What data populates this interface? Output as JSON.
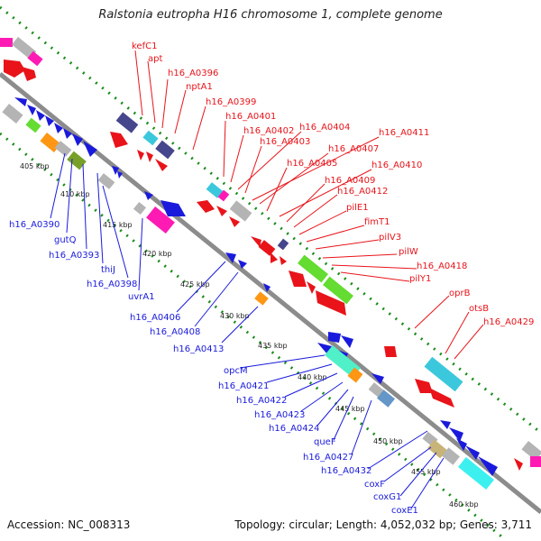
{
  "title": "Ralstonia eutropha H16 chromosome 1, complete genome",
  "footer": {
    "accession": "Accession: NC_008313",
    "topology": "Topology: circular; Length: 4,052,032 bp; Genes: 3,711"
  },
  "colors": {
    "forward": "#e8141a",
    "reverse": "#1a1adc",
    "backbone": "#8c8c8c",
    "guide": "#1a8c1a"
  },
  "kbp_ticks": [
    "405 kbp",
    "410 kbp",
    "415 kbp",
    "420 kbp",
    "425 kbp",
    "430 kbp",
    "435 kbp",
    "440 kbp",
    "445 kbp",
    "450 kbp",
    "455 kbp",
    "460 kbp"
  ],
  "forward_labels": [
    "kefC1",
    "apt",
    "h16_A0396",
    "nptA1",
    "h16_A0399",
    "h16_A0401",
    "h16_A0402",
    "h16_A0404",
    "h16_A0403",
    "h16_A0411",
    "h16_A0407",
    "h16_A0405",
    "h16_A0410",
    "h16_A0409",
    "h16_A0412",
    "pilE1",
    "fimT1",
    "pilV3",
    "pilW",
    "h16_A0418",
    "pilY1",
    "oprB",
    "otsB",
    "h16_A0429"
  ],
  "reverse_labels": [
    "h16_A0390",
    "gutQ",
    "h16_A0393",
    "thiJ",
    "h16_A0398",
    "uvrA1",
    "h16_A0406",
    "h16_A0408",
    "h16_A0413",
    "opcM",
    "h16_A0421",
    "h16_A0422",
    "h16_A0423",
    "h16_A0424",
    "queF",
    "h16_A0427",
    "h16_A0432",
    "coxF",
    "coxG1",
    "coxE1"
  ]
}
